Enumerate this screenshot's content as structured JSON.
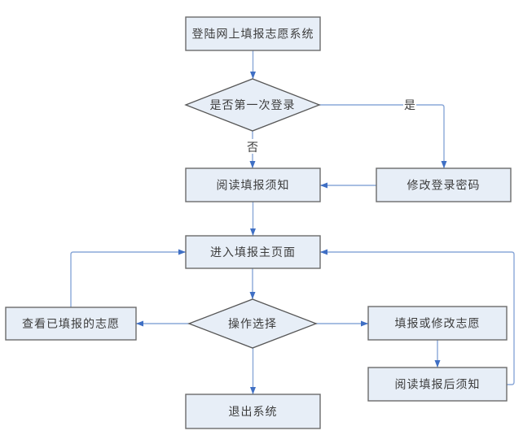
{
  "flowchart": {
    "colors": {
      "background": "#ffffff",
      "line": "#8aa8d8",
      "arrowhead": "#3f6fc4",
      "node_fill": "#e7eef7",
      "node_border": "#6b6b6b",
      "text": "#3c3c3c"
    },
    "nodes": {
      "login": {
        "type": "process",
        "label": "登陆网上填报志愿系统"
      },
      "first_login_check": {
        "type": "decision",
        "label": "是否第一次登录"
      },
      "change_password": {
        "type": "process",
        "label": "修改登录密码"
      },
      "read_notice": {
        "type": "process",
        "label": "阅读填报须知"
      },
      "main_page": {
        "type": "process",
        "label": "进入填报主页面"
      },
      "operation_choice": {
        "type": "decision",
        "label": "操作选择"
      },
      "view_filled": {
        "type": "process",
        "label": "查看已填报的志愿"
      },
      "fill_or_modify": {
        "type": "process",
        "label": "填报或修改志愿"
      },
      "read_after_notice": {
        "type": "process",
        "label": "阅读填报后须知"
      },
      "exit_system": {
        "type": "process",
        "label": "退出系统"
      }
    },
    "edge_labels": {
      "yes": "是",
      "no": "否"
    },
    "edges": [
      {
        "from": "login",
        "to": "first_login_check",
        "label": ""
      },
      {
        "from": "first_login_check",
        "to": "change_password",
        "label": "是"
      },
      {
        "from": "first_login_check",
        "to": "read_notice",
        "label": "否"
      },
      {
        "from": "change_password",
        "to": "read_notice",
        "label": ""
      },
      {
        "from": "read_notice",
        "to": "main_page",
        "label": ""
      },
      {
        "from": "main_page",
        "to": "operation_choice",
        "label": ""
      },
      {
        "from": "operation_choice",
        "to": "view_filled",
        "label": ""
      },
      {
        "from": "operation_choice",
        "to": "fill_or_modify",
        "label": ""
      },
      {
        "from": "operation_choice",
        "to": "exit_system",
        "label": ""
      },
      {
        "from": "fill_or_modify",
        "to": "read_after_notice",
        "label": ""
      },
      {
        "from": "view_filled",
        "to": "main_page",
        "label": ""
      },
      {
        "from": "read_after_notice",
        "to": "main_page",
        "label": ""
      }
    ]
  }
}
